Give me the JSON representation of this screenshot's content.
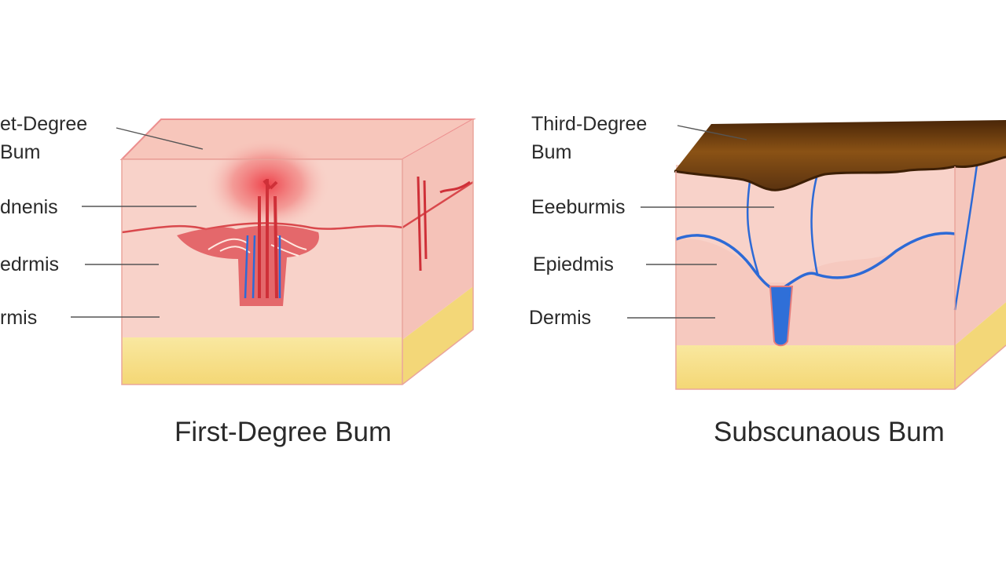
{
  "left_panel": {
    "labels": {
      "top": [
        "et-Degree",
        "Bum"
      ],
      "layer_1": "dnenis",
      "layer_2": "edrmis",
      "layer_3": "rmis"
    },
    "caption": "First-Degree Bum"
  },
  "right_panel": {
    "labels": {
      "top": [
        "Third-Degree",
        "Bum"
      ],
      "layer_1": "Eeeburmis",
      "layer_2": "Epiedmis",
      "layer_3": "Dermis"
    },
    "caption": "Subscunaous Bum"
  },
  "colors": {
    "skin_top": "#f9c9bf",
    "skin_face": "#f8cfc6",
    "dermis": "#f6c2b8",
    "fat_layer": "#f7df8c",
    "burn_red": "#e8404a",
    "vessel_blue": "#2d6ad6",
    "eschar_brown": "#6a3a10",
    "leader_line": "#555555"
  }
}
